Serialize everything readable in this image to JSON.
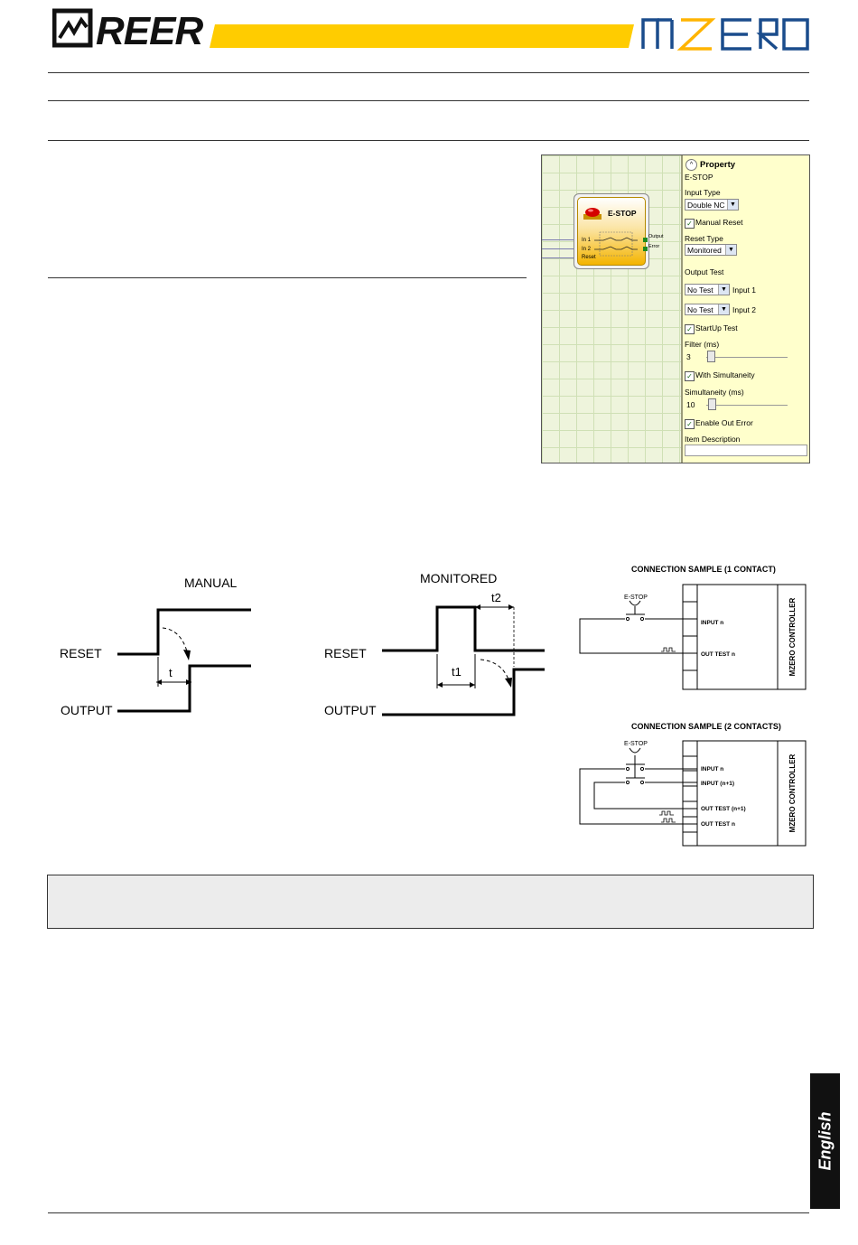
{
  "header": {
    "brand_logo": "REER",
    "product_logo": "MZERO",
    "colors": {
      "accent_yellow": "#ffcc00",
      "brand_blue": "#1a4c8c"
    }
  },
  "property_panel": {
    "block_title": "E-STOP",
    "block_pins": [
      "In 1",
      "In 2",
      "Reset"
    ],
    "block_outputs": [
      "Output",
      "Error"
    ],
    "title": "Property",
    "subtitle": "E-STOP",
    "input_type_label": "Input Type",
    "input_type_value": "Double NC",
    "manual_reset_label": "Manual Reset",
    "manual_reset_checked": true,
    "reset_type_label": "Reset Type",
    "reset_type_value": "Monitored",
    "output_test_label": "Output Test",
    "output_test_1_value": "No Test",
    "output_test_1_label": "Input 1",
    "output_test_2_value": "No Test",
    "output_test_2_label": "Input 2",
    "startup_test_label": "StartUp Test",
    "startup_test_checked": true,
    "filter_label": "Filter (ms)",
    "filter_value": "3",
    "simultaneity_check_label": "With Simultaneity",
    "simultaneity_checked": true,
    "simultaneity_label": "Simultaneity (ms)",
    "simultaneity_value": "10",
    "enable_out_error_label": "Enable Out Error",
    "enable_out_error_checked": true,
    "item_description_label": "Item Description",
    "item_description_value": ""
  },
  "timing_manual": {
    "title": "MANUAL",
    "reset_label": "RESET",
    "output_label": "OUTPUT",
    "t_label": "t"
  },
  "timing_monitored": {
    "title": "MONITORED",
    "reset_label": "RESET",
    "output_label": "OUTPUT",
    "t1_label": "t1",
    "t2_label": "t2"
  },
  "connection_1": {
    "title": "CONNECTION SAMPLE (1 CONTACT)",
    "estop_label": "E-STOP",
    "input_label": "INPUT n",
    "out_test_label": "OUT TEST n",
    "controller_label": "MZERO CONTROLLER"
  },
  "connection_2": {
    "title": "CONNECTION SAMPLE (2 CONTACTS)",
    "estop_label": "E-STOP",
    "input_label": "INPUT n",
    "input2_label": "INPUT (n+1)",
    "out_test2_label": "OUT TEST (n+1)",
    "out_test_label": "OUT TEST n",
    "controller_label": "MZERO CONTROLLER"
  },
  "language_tab": "English"
}
